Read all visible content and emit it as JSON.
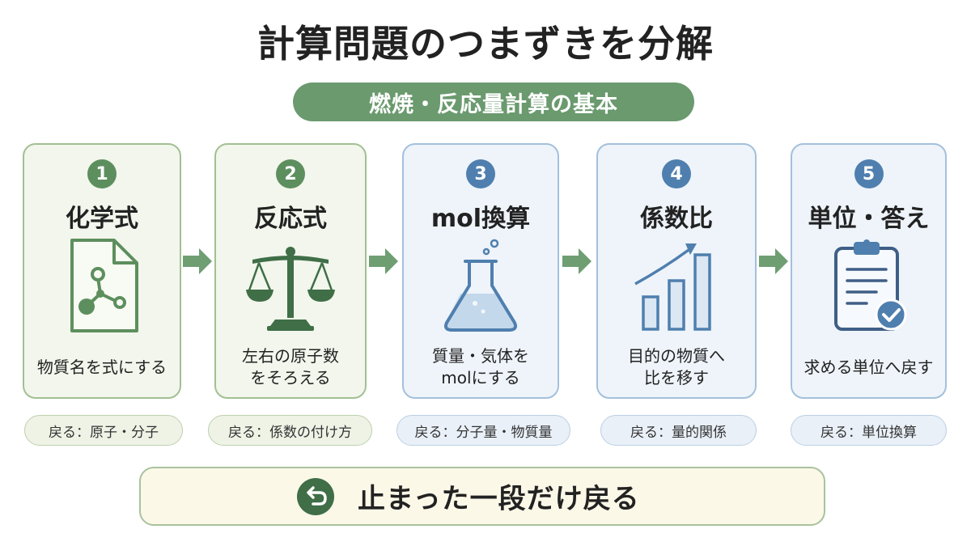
{
  "title": "計算問題のつまずきを分解",
  "subtitle": "燃焼・反応量計算の基本",
  "steps": [
    {
      "number": "1",
      "title": "化学式",
      "desc": [
        "物質名を式にする"
      ],
      "back": "戻る：原子・分子",
      "icon": "document-molecule-icon",
      "theme": "green"
    },
    {
      "number": "2",
      "title": "反応式",
      "desc": [
        "左右の原子数",
        "をそろえる"
      ],
      "back": "戻る：係数の付け方",
      "icon": "balance-scale-icon",
      "theme": "green"
    },
    {
      "number": "3",
      "title": "mol換算",
      "desc": [
        "質量・気体を",
        "molにする"
      ],
      "back": "戻る：分子量・物質量",
      "icon": "flask-icon",
      "theme": "blue"
    },
    {
      "number": "4",
      "title": "係数比",
      "desc": [
        "目的の物質へ",
        "比を移す"
      ],
      "back": "戻る：量的関係",
      "icon": "bar-chart-arrow-icon",
      "theme": "blue"
    },
    {
      "number": "5",
      "title": "単位・答え",
      "desc": [
        "求める単位へ戻す"
      ],
      "back": "戻る：単位換算",
      "icon": "clipboard-check-icon",
      "theme": "blue"
    }
  ],
  "flow_arrows": [
    "arrow-right-icon",
    "arrow-right-icon",
    "arrow-right-icon",
    "arrow-right-icon"
  ],
  "footer": {
    "icon": "return-arrow-icon",
    "text": "止まった一段だけ戻る"
  },
  "colors": {
    "green": "#5d8f5e",
    "blue": "#4f7fae",
    "arrow": "#6e9e72",
    "pill": "#6a9a6e",
    "footer_bg": "#fbf8e8",
    "dark": "#3f6e47"
  }
}
